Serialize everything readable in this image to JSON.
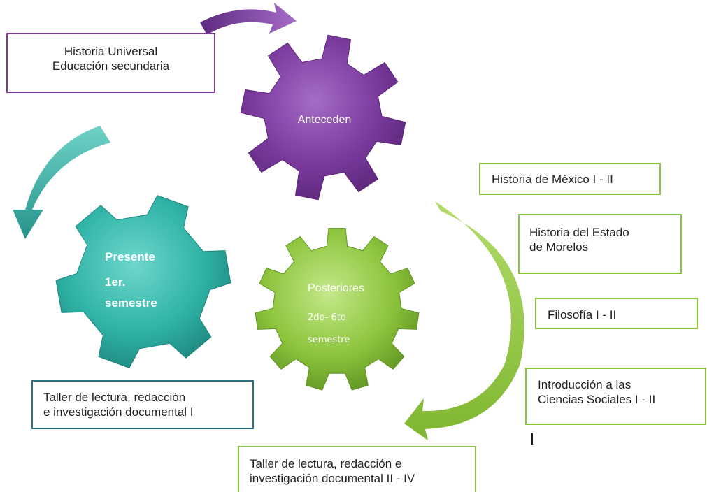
{
  "colors": {
    "purple": "#7a3a9c",
    "teal": "#2fb3a6",
    "green": "#8dc43c",
    "teal_box_border": "#2f6f80",
    "purple_box_border": "#7b3a98",
    "green_box_border": "#8cc63f"
  },
  "gears": {
    "antecedentes": {
      "label": "Anteceden"
    },
    "presente": {
      "line1": "Presente",
      "line2": "1er.",
      "line3": "semestre"
    },
    "posteriores": {
      "line1": "Posteriores",
      "line2": "2do- 6to",
      "line3": "semestre"
    }
  },
  "boxes": {
    "historia_universal": {
      "line1": "Historia Universal",
      "line2": "Educación secundaria"
    },
    "taller_i": {
      "line1": "Taller de lectura, redacción",
      "line2": "e investigación documental I"
    },
    "historia_mexico": {
      "line1": "Historia de México I - II"
    },
    "historia_morelos": {
      "line1": "Historia del Estado",
      "line2": "de Morelos"
    },
    "filosofia": {
      "line1": "Filosofía I - II"
    },
    "ciencias_sociales": {
      "line1": "Introducción a las",
      "line2": "Ciencias Sociales I - II"
    },
    "taller_ii_iv": {
      "line1": "Taller de lectura, redacción e",
      "line2": "investigación documental II - IV"
    }
  },
  "icons": {
    "arrow_top": "curved-arrow-icon",
    "arrow_left": "curved-arrow-icon",
    "arrow_right": "curved-arrow-icon"
  }
}
